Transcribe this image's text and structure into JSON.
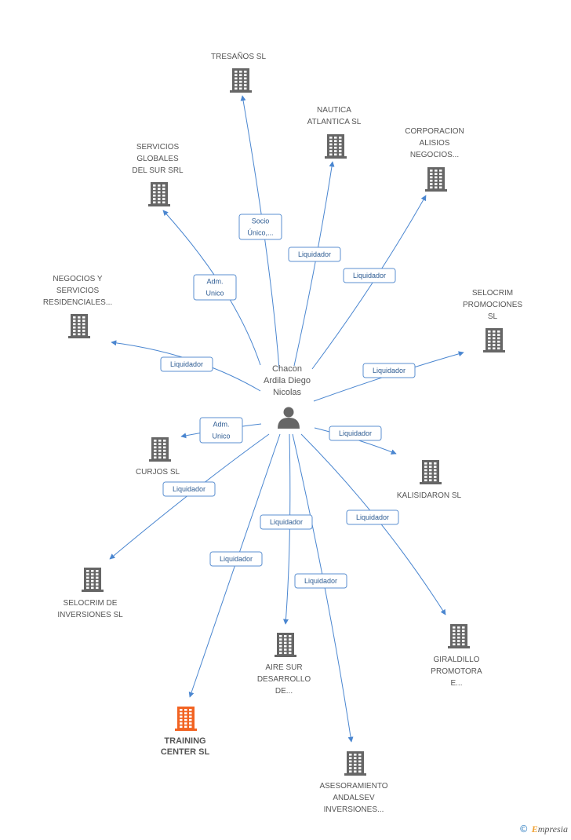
{
  "center": {
    "name_lines": [
      "Chacon",
      "Ardila Diego",
      "Nicolas"
    ],
    "icon": "person-icon"
  },
  "companies": [
    {
      "id": "tresanos",
      "lines": [
        "TRESAÑOS SL"
      ],
      "edge_label": [
        "Socio",
        "Único,..."
      ],
      "direction": "out"
    },
    {
      "id": "nautica",
      "lines": [
        "NAUTICA",
        "ATLANTICA SL"
      ],
      "edge_label": [
        "Liquidador"
      ],
      "direction": "out"
    },
    {
      "id": "corporacion",
      "lines": [
        "CORPORACION",
        "ALISIOS",
        "NEGOCIOS..."
      ],
      "edge_label": [
        "Liquidador"
      ],
      "direction": "out"
    },
    {
      "id": "servicios",
      "lines": [
        "SERVICIOS",
        "GLOBALES",
        "DEL SUR SRL"
      ],
      "edge_label": [
        "Adm.",
        "Unico"
      ],
      "direction": "out"
    },
    {
      "id": "negocios",
      "lines": [
        "NEGOCIOS Y",
        "SERVICIOS",
        "RESIDENCIALES..."
      ],
      "edge_label": [
        "Liquidador"
      ],
      "direction": "out"
    },
    {
      "id": "selocrim-promo",
      "lines": [
        "SELOCRIM",
        "PROMOCIONES",
        "SL"
      ],
      "edge_label": [
        "Liquidador"
      ],
      "direction": "out"
    },
    {
      "id": "curjos",
      "lines": [
        "CURJOS SL"
      ],
      "edge_label": [
        "Adm.",
        "Unico"
      ],
      "direction": "out"
    },
    {
      "id": "kalisidaron",
      "lines": [
        "KALISIDARON SL"
      ],
      "edge_label": [
        "Liquidador"
      ],
      "direction": "out"
    },
    {
      "id": "selocrim-inv",
      "lines": [
        "SELOCRIM DE",
        "INVERSIONES SL"
      ],
      "edge_label": [
        "Liquidador"
      ],
      "direction": "out"
    },
    {
      "id": "giraldillo",
      "lines": [
        "GIRALDILLO",
        "PROMOTORA",
        "E..."
      ],
      "edge_label": [
        "Liquidador"
      ],
      "direction": "out"
    },
    {
      "id": "aire-sur",
      "lines": [
        "AIRE SUR",
        "DESARROLLO",
        "DE..."
      ],
      "edge_label": [
        "Liquidador"
      ],
      "direction": "out"
    },
    {
      "id": "training",
      "lines": [
        "TRAINING",
        "CENTER SL"
      ],
      "edge_label": [
        "Liquidador"
      ],
      "direction": "out",
      "highlight": true
    },
    {
      "id": "asesoramiento",
      "lines": [
        "ASESORAMIENTO",
        "ANDALSEV",
        "INVERSIONES..."
      ],
      "edge_label": [
        "Liquidador"
      ],
      "direction": "out"
    }
  ],
  "colors": {
    "edge": "#4a86d0",
    "icon": "#666666",
    "highlight": "#f26322",
    "label_border": "#5b8fd0",
    "label_text": "#2e5c93"
  },
  "footer": {
    "copyright": "©",
    "brand_initial": "E",
    "brand_rest": "mpresia"
  }
}
